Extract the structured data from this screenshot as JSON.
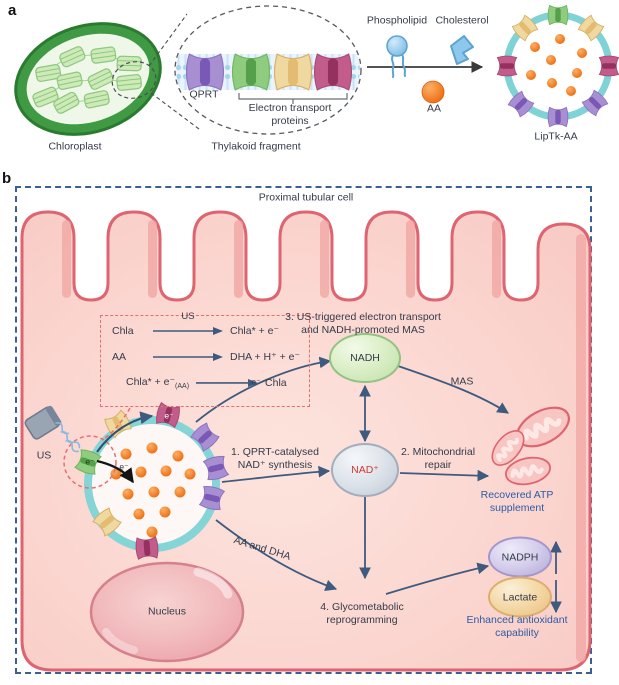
{
  "figure": {
    "panel_a_letter": "a",
    "panel_b_letter": "b"
  },
  "panel_a": {
    "chloroplast_label": "Chloroplast",
    "thylakoid_label": "Thylakoid fragment",
    "qprt_label": "QPRT",
    "etp_line1": "Electron transport",
    "etp_line2": "proteins",
    "phospholipid_label": "Phospholipid",
    "cholesterol_label": "Cholesterol",
    "aa_label": "AA",
    "liptk_label": "LipTk-AA"
  },
  "panel_b": {
    "cell_label": "Proximal tubular cell",
    "reaction_box": {
      "r1_left": "Chla",
      "r1_arrow": "US",
      "r1_right": "Chla* + e⁻",
      "r2_left": "AA",
      "r2_right": "DHA + H⁺ + e⁻",
      "r3_left": "Chla* + e⁻",
      "r3_sub": "(AA)",
      "r3_right": "Chla"
    },
    "us_label": "US",
    "electrons": {
      "green": "e⁻",
      "membrane": "e⁻",
      "inner": "e⁻",
      "to_nadh": "e⁻"
    },
    "steps": {
      "s1_l1": "1. QPRT-catalysed",
      "s1_l2": "NAD⁺ synthesis",
      "s2_l1": "2. Mitochondrial",
      "s2_l2": "repair",
      "s3_l1": "3. US-triggered electron transport",
      "s3_l2": "and NADH-promoted MAS",
      "s4_l1": "4. Glycometabolic",
      "s4_l2": "reprogramming"
    },
    "nodes": {
      "nadh": "NADH",
      "nad": "NAD⁺",
      "nadph": "NADPH",
      "lactate": "Lactate",
      "nucleus": "Nucleus"
    },
    "arrow_labels": {
      "mas": "MAS",
      "aa_dha": "AA and DHA"
    },
    "outcomes": {
      "atp_l1": "Recovered ATP",
      "atp_l2": "supplement",
      "antiox_l1": "Enhanced antioxidant",
      "antiox_l2": "capability"
    }
  },
  "colors": {
    "accent_blue_text": "#2b5ca6",
    "nad_text_red": "#d3382e",
    "arrow_navy": "#3e5a7e",
    "cell_pink": "#fbd5cf",
    "cell_border": "#dd6470",
    "vesicle_teal": "#7fd2d5",
    "aa_orange": "#ee7a1f",
    "panel_border_blue": "#3a5f94",
    "reaction_box_red": "#e4706e"
  }
}
